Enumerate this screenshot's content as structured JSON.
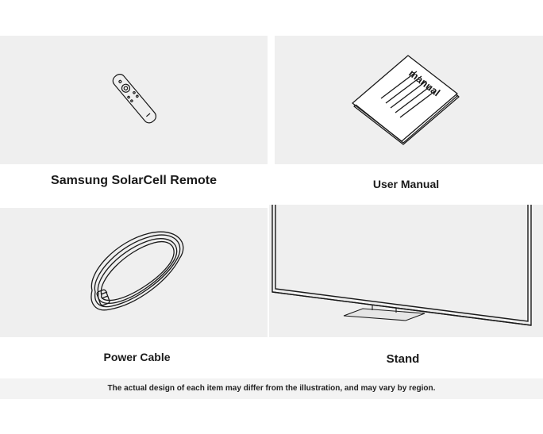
{
  "items": [
    {
      "label": "Samsung SolarCell Remote",
      "icon": "remote-control-icon"
    },
    {
      "label": "User Manual",
      "icon": "manual-book-icon",
      "book_text": "manual"
    },
    {
      "label": "Power Cable",
      "icon": "power-cable-icon"
    },
    {
      "label": "Stand",
      "icon": "tv-stand-icon"
    }
  ],
  "footer": {
    "disclaimer": "The actual design of each item may differ from the illustration, and may vary by region."
  },
  "colors": {
    "tile_bg": "#efefef",
    "line": "#1a1a1a",
    "page_bg": "#ffffff"
  }
}
